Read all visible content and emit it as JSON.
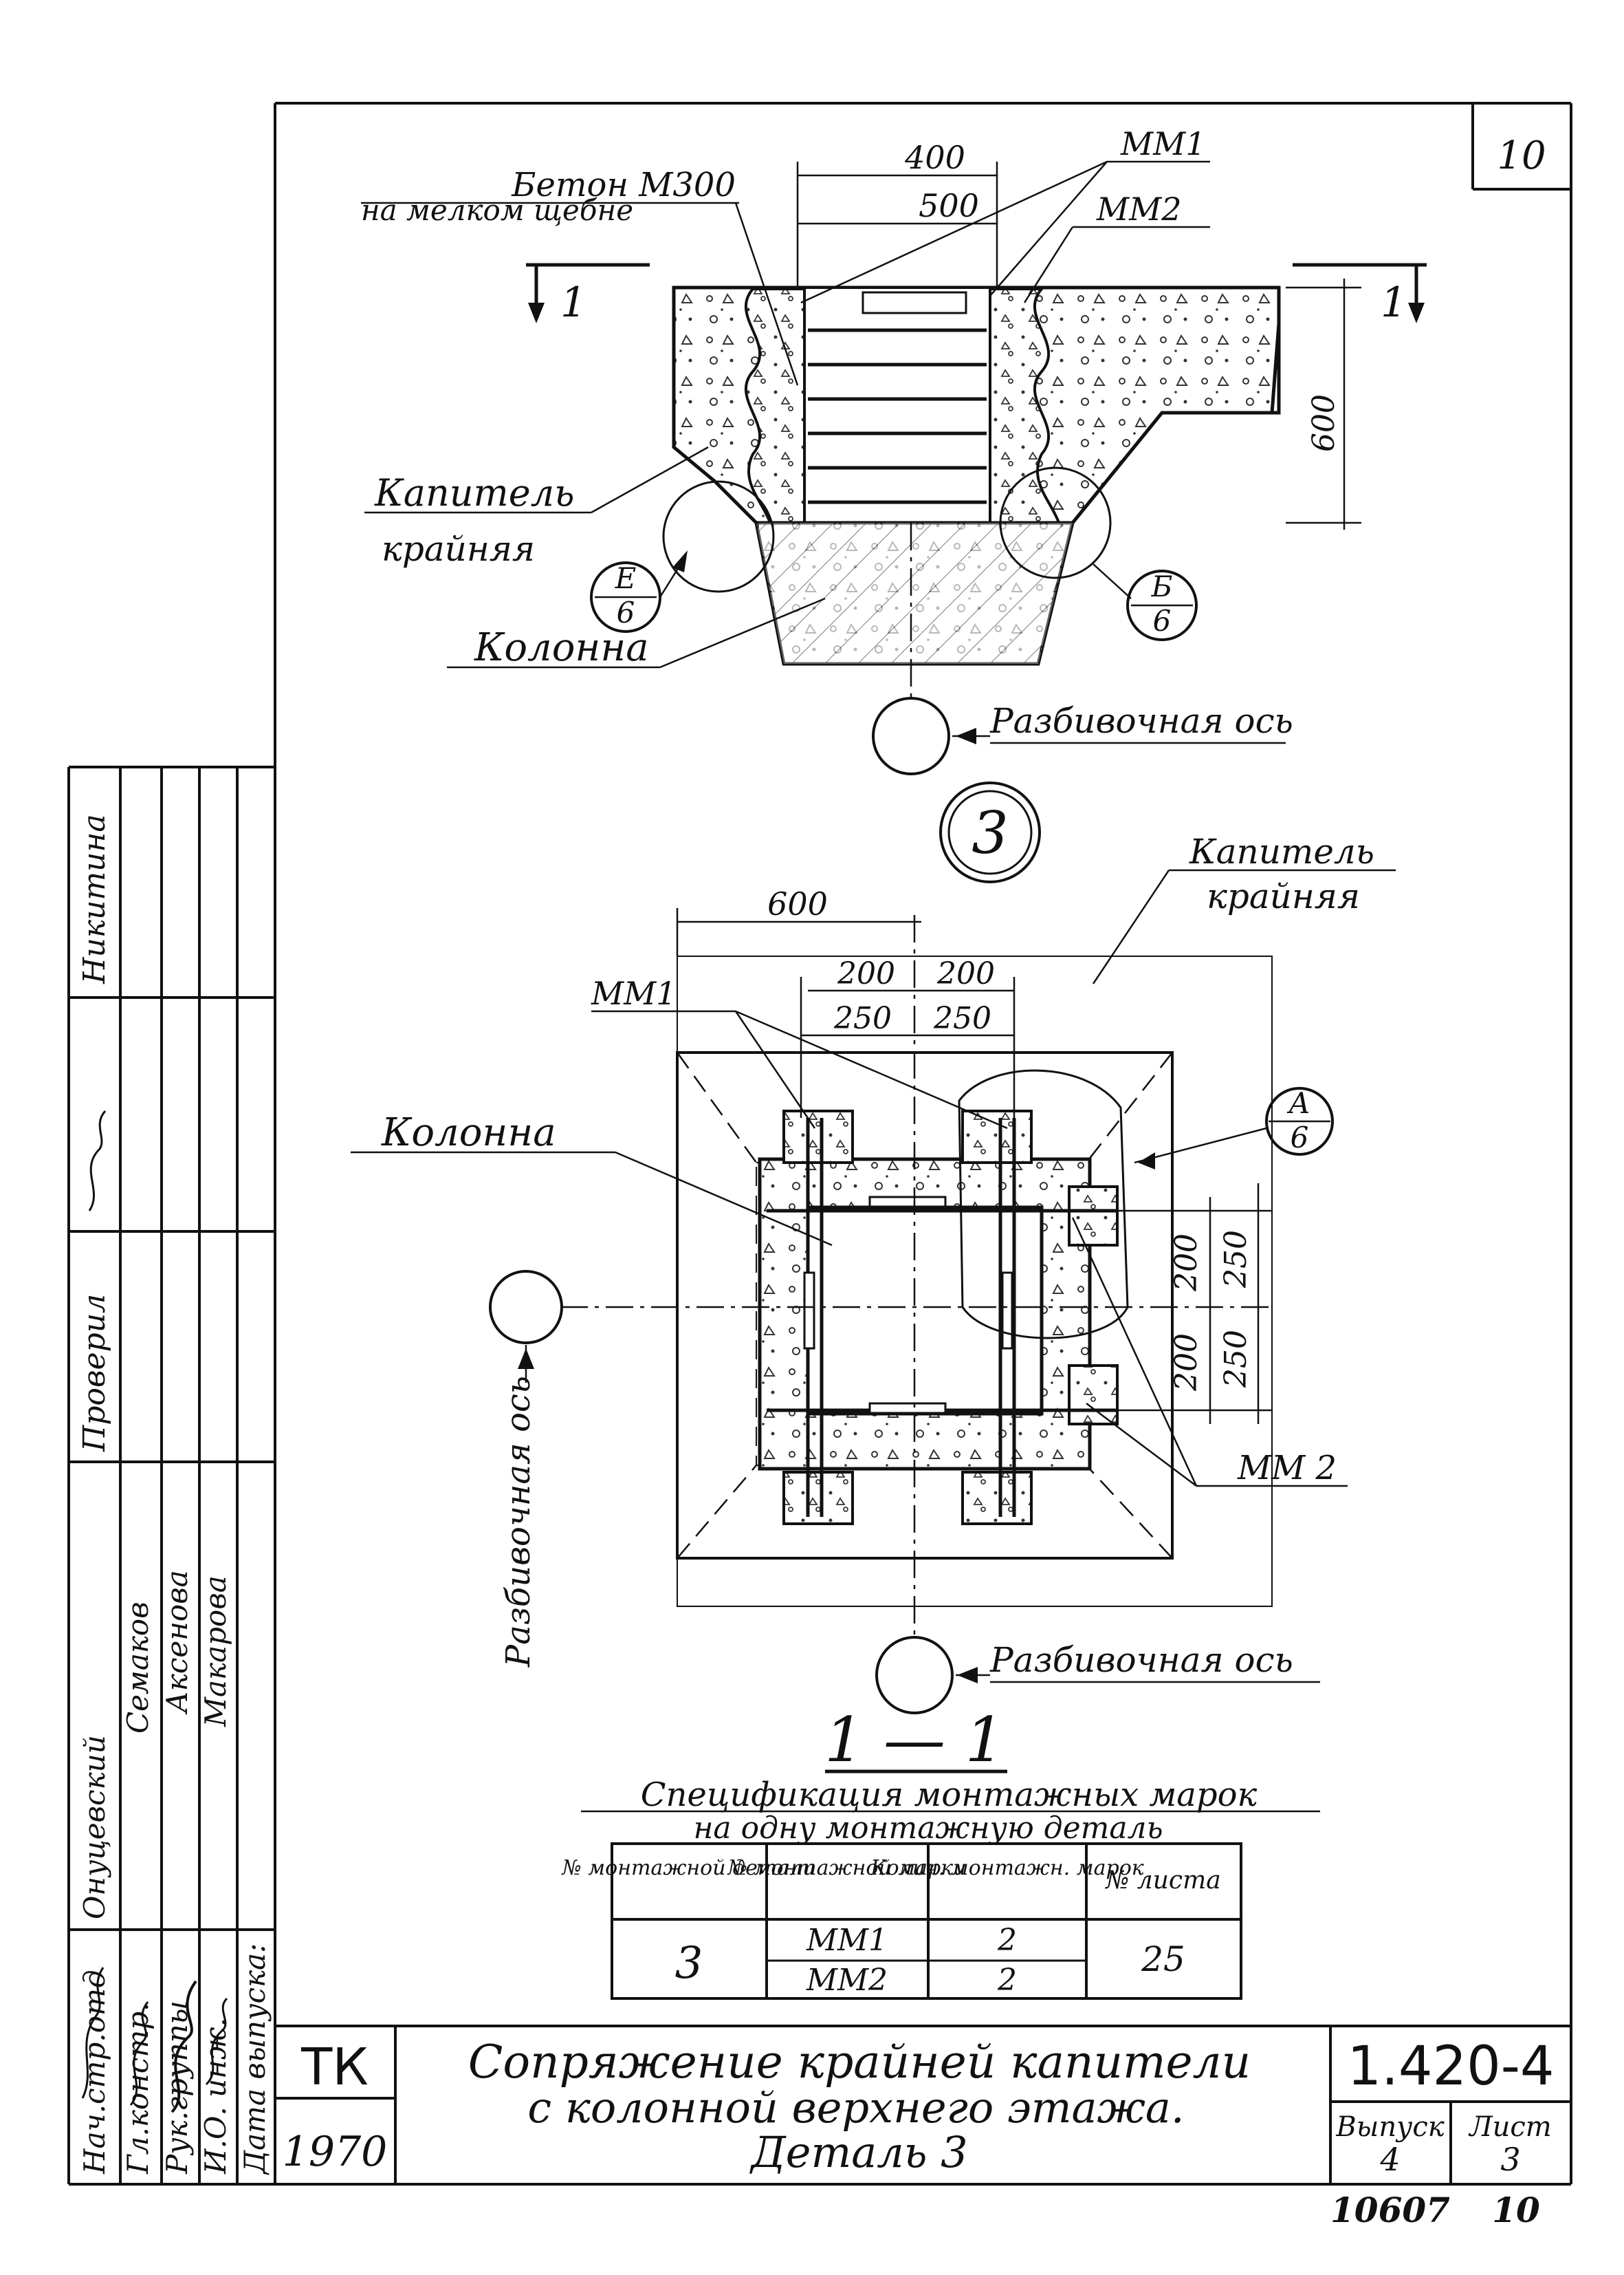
{
  "sheet": {
    "number_box": "10",
    "document_code": "1.420-4",
    "org": "ТК",
    "year": "1970",
    "title_line1": "Сопряжение крайней капители",
    "title_line2": "с колонной верхнего этажа.",
    "title_line3": "Деталь 3",
    "issue_label": "Выпуск",
    "issue_value": "4",
    "list_label": "Лист",
    "list_value": "3",
    "archive_no": "10607",
    "archive_sheet": "10"
  },
  "section_view": {
    "dim_400": "400",
    "dim_500": "500",
    "dim_600": "600",
    "mm1": "ММ1",
    "mm2": "ММ2",
    "concrete_line1": "Бетон М300",
    "concrete_line2": "на мелком щебне",
    "cut_label_left": "1",
    "cut_label_right": "1",
    "capital_line1": "Капитель",
    "capital_line2": "крайняя",
    "column_label": "Колонна",
    "callout_e_top": "Е",
    "callout_e_bottom": "6",
    "callout_b_top": "Б",
    "callout_b_bottom": "6",
    "axis_label": "Разбивочная ось",
    "detail_number": "3"
  },
  "plan_view": {
    "dim_600": "600",
    "dim_200_a": "200",
    "dim_200_b": "200",
    "dim_250_a": "250",
    "dim_250_b": "250",
    "dim_v200_a": "200",
    "dim_v200_b": "200",
    "dim_v250_a": "250",
    "dim_v250_b": "250",
    "mm1": "ММ1",
    "mm2": "ММ 2",
    "capital_line1": "Капитель",
    "capital_line2": "крайняя",
    "column_label": "Колонна",
    "callout_a_top": "А",
    "callout_a_bottom": "6",
    "axis_label_left": "Разбивочная ось",
    "axis_label_bottom": "Разбивочная ось",
    "section_title": "1 — 1"
  },
  "spec": {
    "title_line1": "Спецификация монтажных марок",
    "title_line2": "на одну монтажную деталь",
    "headers": [
      "№ монтажной детали",
      "№ монтажной марки",
      "Колич. монтажн. марок",
      "№ листа"
    ],
    "detail_no": "3",
    "rows": [
      {
        "mark": "ММ1",
        "qty": "2"
      },
      {
        "mark": "ММ2",
        "qty": "2"
      }
    ],
    "sheet_no": "25"
  },
  "stamp": {
    "roles": [
      "Нач.стр.отд",
      "Гл.констр.",
      "Рук.группы",
      "И.О. инж.",
      "Дата выпуска:"
    ],
    "names": [
      "Онуцевский",
      "Семаков",
      "Аксенова",
      "Макарова"
    ],
    "checked_label": "Проверил",
    "checked_name": "Никитина"
  }
}
